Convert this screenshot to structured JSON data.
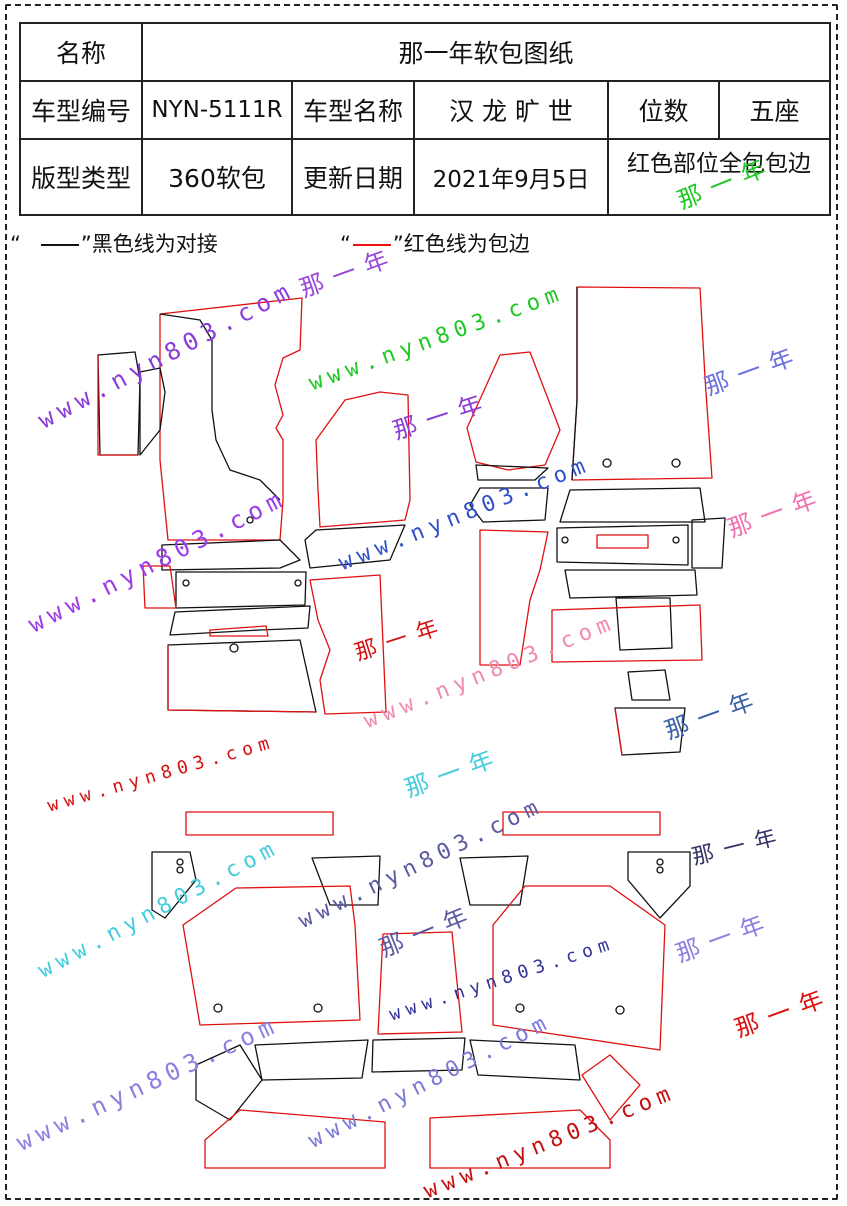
{
  "info_table": {
    "name_label": "名称",
    "name_value": "那一年软包图纸",
    "model_code_label": "车型编号",
    "model_code_value": "NYN-5111R",
    "model_name_label": "车型名称",
    "model_name_value": "汉 龙 旷 世",
    "seats_label": "位数",
    "seats_value": "五座",
    "pattern_type_label": "版型类型",
    "pattern_type_value": "360软包",
    "update_date_label": "更新日期",
    "update_date_value": "2021年9月5日",
    "red_note": "红色部位全包包边"
  },
  "legend": {
    "black_open_quote": "“",
    "black_close_quote": "”",
    "black_text": "黑色线为对接",
    "red_open_quote": "“",
    "red_close_quote": "”",
    "red_text": "红色线为包边"
  },
  "watermarks": {
    "url": "www.nyn803.com",
    "brand": "那一年"
  },
  "colors": {
    "seam_black": "#111111",
    "edge_red": "#e01010"
  }
}
